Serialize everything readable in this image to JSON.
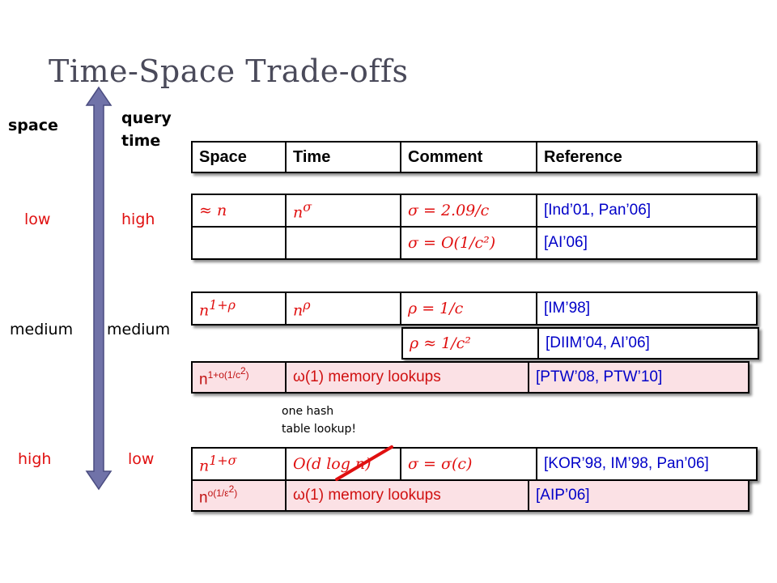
{
  "title": "Time-Space Trade-offs",
  "axis": {
    "space_label": "space",
    "query_label_line1": "query",
    "query_label_line2": "time",
    "levels": [
      {
        "space": "low",
        "time": "high"
      },
      {
        "space": "medium",
        "time": "medium"
      },
      {
        "space": "high",
        "time": "low"
      }
    ]
  },
  "header": [
    "Space",
    "Time",
    "Comment",
    "Reference"
  ],
  "group1": [
    {
      "space": "≈ n",
      "time_base": "n",
      "time_exp": "σ",
      "comment": "σ = 2.09/c",
      "ref": "[Ind’01, Pan’06]"
    },
    {
      "space": "",
      "time_base": "",
      "time_exp": "",
      "comment": "σ = O(1/c²)",
      "ref": "[AI’06]"
    }
  ],
  "group2": [
    {
      "space_base": "n",
      "space_exp": "1+ρ",
      "time_base": "n",
      "time_exp": "ρ",
      "comment": "ρ = 1/c",
      "ref": "[IM’98]"
    },
    {
      "comment": "ρ ≈ 1/c²",
      "ref": "[DIIM’04, AI’06]"
    },
    {
      "space_base": "n",
      "space_exp": "1+o(1/c",
      "space_exp2": "2",
      "space_exp3": ")",
      "time": "ω(1) memory lookups",
      "ref": "[PTW’08, PTW’10]"
    }
  ],
  "note_line1": "one hash",
  "note_line2": "table lookup!",
  "group3": [
    {
      "space_base": "n",
      "space_exp": "1+σ",
      "time": "O(d log n)",
      "comment": "σ = σ(c)",
      "ref": "[KOR’98, IM’98, Pan’06]"
    },
    {
      "space_base": "n",
      "space_exp": "o(1/ε",
      "space_exp2": "2",
      "space_exp3": ")",
      "time": "ω(1) memory lookups",
      "ref": "[AIP’06]"
    }
  ],
  "colors": {
    "accent_red": "#e01010",
    "ref_blue": "#0000c8",
    "arrow": "#7072a8",
    "pink": "#fbe1e5",
    "strike": "#e01010"
  }
}
